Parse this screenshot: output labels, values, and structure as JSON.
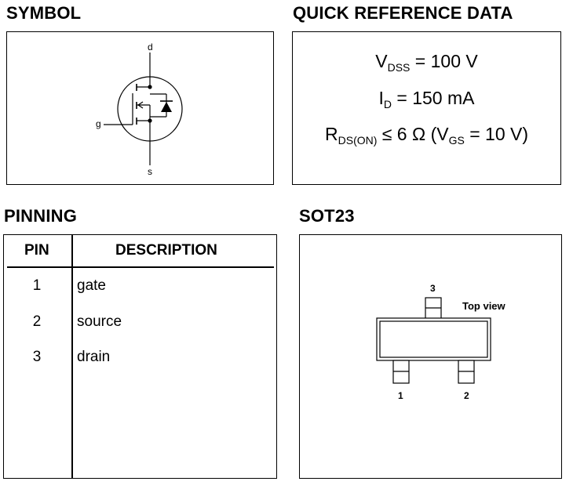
{
  "symbol": {
    "heading": "SYMBOL",
    "terminal_d": "d",
    "terminal_g": "g",
    "terminal_s": "s"
  },
  "quick_reference": {
    "heading": "QUICK REFERENCE DATA",
    "line1": {
      "main": "V",
      "sub": "DSS",
      "rest": " = 100 V"
    },
    "line2": {
      "main": "I",
      "sub": "D",
      "rest": " = 150 mA"
    },
    "line3": {
      "main": "R",
      "sub": "DS(ON)",
      "mid": " ≤ 6 Ω (V",
      "sub2": "GS",
      "rest": " = 10 V)"
    }
  },
  "pinning": {
    "heading": "PINNING",
    "col_pin": "PIN",
    "col_description": "DESCRIPTION",
    "rows": [
      {
        "pin": "1",
        "description": "gate"
      },
      {
        "pin": "2",
        "description": "source"
      },
      {
        "pin": "3",
        "description": "drain"
      }
    ]
  },
  "package": {
    "heading": "SOT23",
    "top_view_label": "Top view",
    "pin_labels": [
      "1",
      "2",
      "3"
    ]
  }
}
